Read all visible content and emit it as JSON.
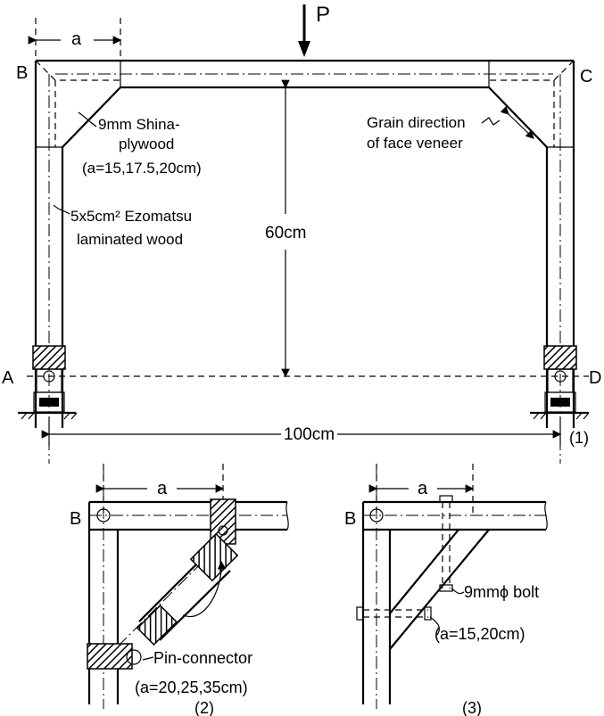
{
  "labels": {
    "load": "P",
    "dim_a": "a",
    "corner_b": "B",
    "corner_c": "C",
    "support_a": "A",
    "support_d": "D",
    "gusset_note_line1": "9mm Shina-",
    "gusset_note_line2": "plywood",
    "gusset_note_line3": "(a=15,17.5,20cm)",
    "grain_note_line1": "Grain direction",
    "grain_note_line2": "of face veneer",
    "member_note_line1": "5x5cm² Ezomatsu",
    "member_note_line2": "laminated wood",
    "height": "60cm",
    "span": "100cm",
    "fig1": "(1)",
    "fig2_dim_a": "a",
    "fig2_corner_b": "B",
    "pin_note": "Pin-connector",
    "pin_values": "(a=20,25,35cm)",
    "fig2": "(2)",
    "fig3_dim_a": "a",
    "fig3_corner_b": "B",
    "bolt_note": "9mmϕ bolt",
    "bolt_values": "(a=15,20cm)",
    "fig3": "(3)"
  }
}
